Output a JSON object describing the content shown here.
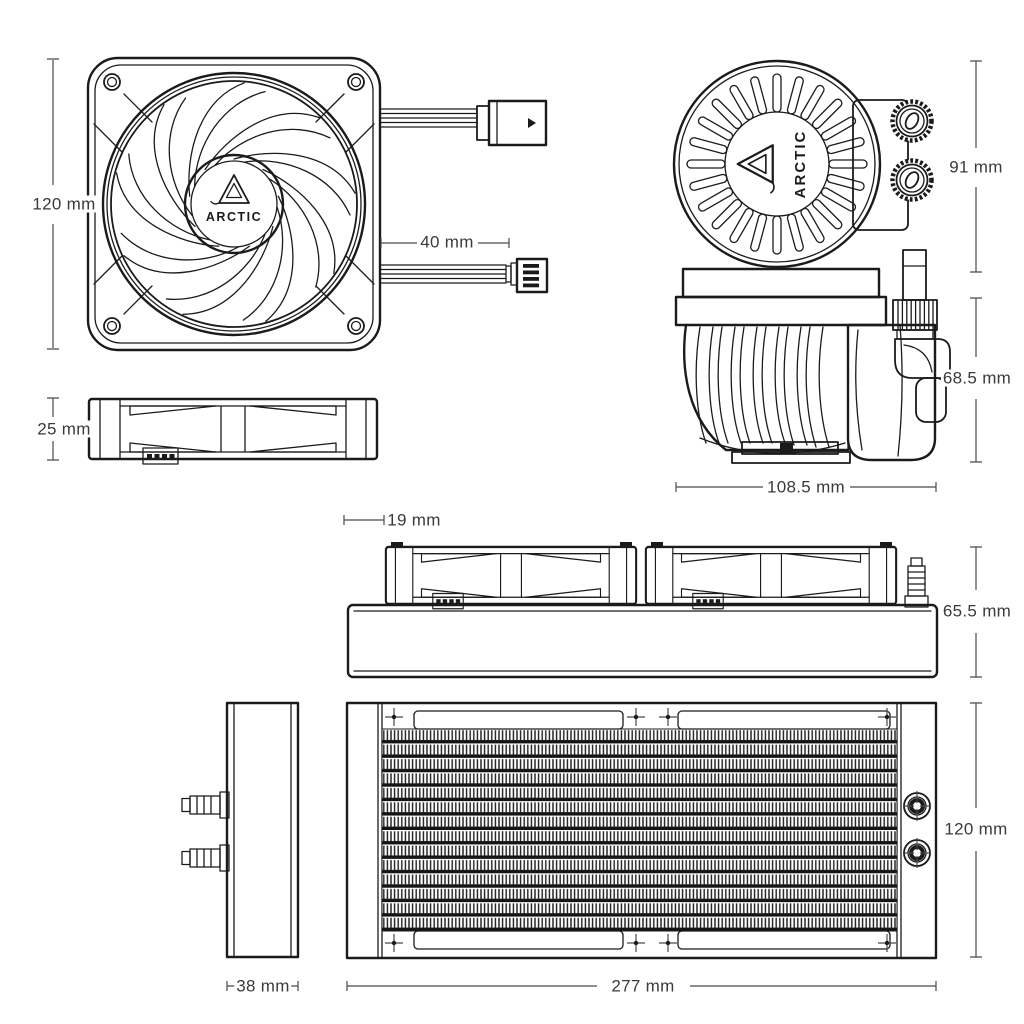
{
  "brand": {
    "logo_text": "ARCTIC"
  },
  "dimensions": {
    "fan_height": "120 mm",
    "fan_cable_length": "40 mm",
    "pump_top_width": "91 mm",
    "fan_thickness": "25 mm",
    "pump_height": "68.5 mm",
    "pump_width": "108.5 mm",
    "fan_overhang": "19 mm",
    "radiator_with_fans_height": "65.5 mm",
    "radiator_height": "120 mm",
    "radiator_length": "277 mm",
    "radiator_thickness": "38 mm"
  },
  "colors": {
    "background": "#ffffff",
    "line": "#1b1b1b",
    "dimension_text": "#3a3a3a"
  }
}
